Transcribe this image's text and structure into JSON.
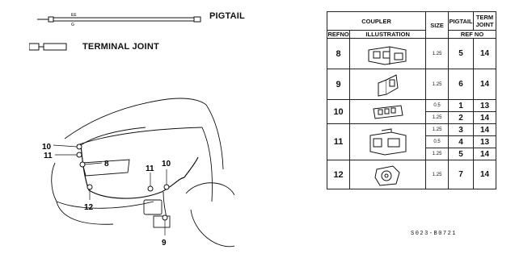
{
  "legend": {
    "pigtail_label": "PIGTAIL",
    "terminal_joint_label": "TERMINAL JOINT"
  },
  "callouts": {
    "c10_left": "10",
    "c11_left": "11",
    "c8": "8",
    "c12": "12",
    "c11_right": "11",
    "c10_right": "10",
    "c9": "9"
  },
  "table": {
    "header_coupler": "COUPLER",
    "header_size": "SIZE",
    "header_pigtail": "PIGTAIL",
    "header_term_joint": "TERM JOINT",
    "header_ref_no": "REFNO",
    "header_illustration": "ILLUSTRATION",
    "header_ref_no_sub": "REF NO",
    "rows": [
      {
        "ref": "8",
        "size": "1.25",
        "pigtail": "5",
        "term": "14",
        "icon": "coupler-8-icon"
      },
      {
        "ref": "9",
        "size": "1.25",
        "pigtail": "6",
        "term": "14",
        "icon": "coupler-9-icon"
      },
      {
        "ref": "10",
        "size": "0.5",
        "pigtail": "1",
        "term": "13",
        "icon": "coupler-10-icon"
      },
      {
        "ref": "",
        "size": "1.25",
        "pigtail": "2",
        "term": "14"
      },
      {
        "ref": "11",
        "size": "1.25",
        "pigtail": "3",
        "term": "14",
        "icon": "coupler-11-icon"
      },
      {
        "ref": "",
        "size": "0.5",
        "pigtail": "4",
        "term": "13"
      },
      {
        "ref": "",
        "size": "1.25",
        "pigtail": "5",
        "term": "14"
      },
      {
        "ref": "12",
        "size": "1.25",
        "pigtail": "7",
        "term": "14",
        "icon": "coupler-12-icon"
      }
    ]
  },
  "part_code": "S023-B0721"
}
